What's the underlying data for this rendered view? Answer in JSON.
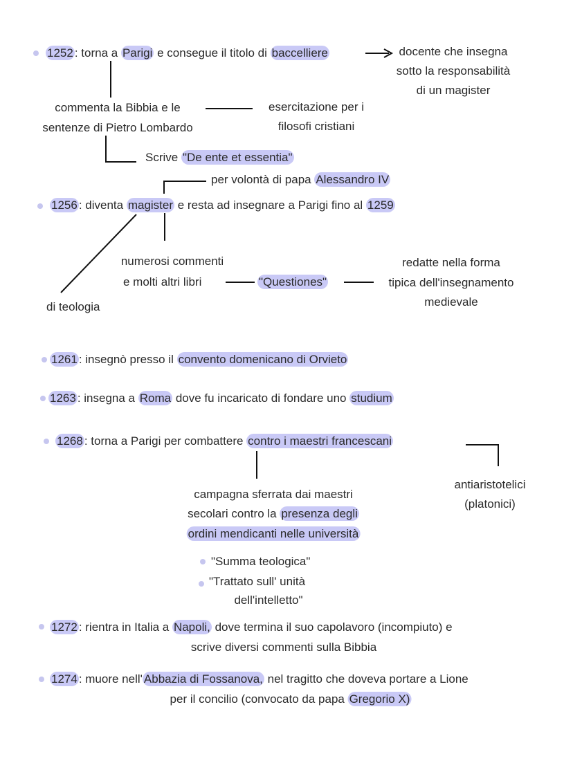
{
  "colors": {
    "highlight": "#c9c9f6",
    "bullet": "#c6c6ef",
    "ink": "#2a2a2a"
  },
  "l1252": [
    {
      "t": "1252",
      "h": true
    },
    {
      "t": ": torna a "
    },
    {
      "t": "Parigi",
      "h": true
    },
    {
      "t": " e consegue il titolo di "
    },
    {
      "t": "baccelliere",
      "h": true
    }
  ],
  "docente": [
    "docente che insegna",
    "sotto la responsabilità",
    "di un magister"
  ],
  "commenta": [
    "commenta la Bibbia e le",
    "sentenze di Pietro Lombardo"
  ],
  "esercitazione": [
    "esercitazione per i",
    "filosofi cristiani"
  ],
  "scrive": [
    {
      "t": "Scrive "
    },
    {
      "t": "\"De ente et essentia\"",
      "h": true
    }
  ],
  "volonta": [
    {
      "t": "per volontà di papa "
    },
    {
      "t": "Alessandro IV",
      "h": true
    }
  ],
  "l1256": [
    {
      "t": "1256",
      "h": true
    },
    {
      "t": ": diventa "
    },
    {
      "t": "magister",
      "h": true
    },
    {
      "t": " e resta ad insegnare a Parigi fino al "
    },
    {
      "t": "1259",
      "h": true
    }
  ],
  "numerosi": [
    "numerosi commenti",
    "e molti altri libri"
  ],
  "questiones": [
    {
      "t": "\"Questiones\"",
      "h": true
    }
  ],
  "redatte": [
    "redatte nella forma",
    "tipica dell'insegnamento",
    "medievale"
  ],
  "teologia": "di teologia",
  "l1261": [
    {
      "t": "1261",
      "h": true
    },
    {
      "t": ": insegnò presso il "
    },
    {
      "t": "convento domenicano di Orvieto",
      "h": true
    }
  ],
  "l1263": [
    {
      "t": "1263",
      "h": true
    },
    {
      "t": ": insegna a "
    },
    {
      "t": "Roma",
      "h": true
    },
    {
      "t": " dove fu incaricato di fondare uno "
    },
    {
      "t": "studium",
      "h": true
    }
  ],
  "l1268": [
    {
      "t": " 1268",
      "h": true
    },
    {
      "t": ": torna a Parigi per combattere "
    },
    {
      "t": "contro i maestri francescani",
      "h": true
    }
  ],
  "antiaristotelici": [
    "antiaristotelici",
    "(platonici)"
  ],
  "campagna1": [
    {
      "t": "campagna sferrata dai maestri"
    }
  ],
  "campagna2": [
    {
      "t": "secolari contro la "
    },
    {
      "t": "presenza degli",
      "h": true
    }
  ],
  "campagna3": [
    {
      "t": "ordini mendicanti nelle università",
      "h": true
    }
  ],
  "opere": [
    "\"Summa teologica\"",
    "\"Trattato sull' unità",
    "dell'intelletto\""
  ],
  "l1272": [
    {
      "t": "1272",
      "h": true
    },
    {
      "t": ": rientra in Italia a "
    },
    {
      "t": "Napoli,",
      "h": true
    },
    {
      "t": " dove termina il suo capolavoro (incompiuto) e"
    }
  ],
  "l1272b": "scrive diversi commenti sulla Bibbia",
  "l1274": [
    {
      "t": "1274",
      "h": true
    },
    {
      "t": ": muore nell'"
    },
    {
      "t": "Abbazia di Fossanova,",
      "h": true
    },
    {
      "t": " nel tragitto che doveva portare a Lione"
    }
  ],
  "l1274b": [
    {
      "t": "per il concilio (convocato da papa "
    },
    {
      "t": "Gregorio X)",
      "h": true
    }
  ]
}
